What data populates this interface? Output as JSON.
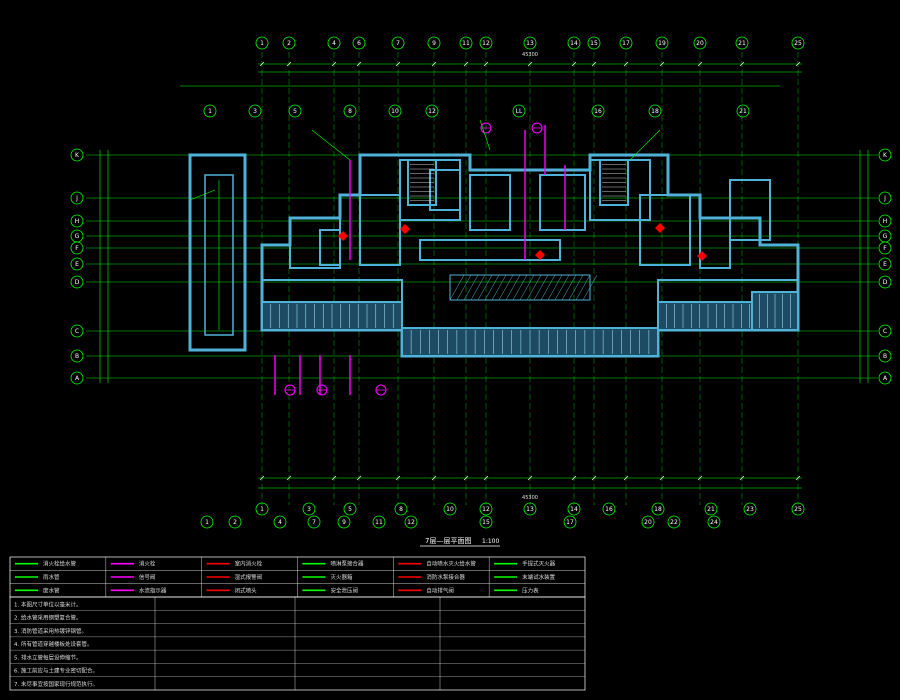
{
  "drawing": {
    "title": "7层—层平面图",
    "scale": "1:100",
    "overall_dimension": "45300",
    "colors": {
      "background": "#000000",
      "grid_line": "#00ff00",
      "axis_bubble": "#00ff00",
      "axis_text": "#ffffff",
      "wall": "#4fb3d9",
      "wall_fill": "#1d4b63",
      "pipe_magenta": "#ff00ff",
      "fire_red": "#ff0000",
      "dim_text": "#e0e0e0",
      "yellow": "#ffff00"
    }
  },
  "axes": {
    "top": [
      "1",
      "2",
      "4",
      "6",
      "7",
      "9",
      "11",
      "12",
      "13",
      "14",
      "15",
      "17",
      "19",
      "20",
      "21",
      "25"
    ],
    "top_inner": [
      "1",
      "3",
      "5",
      "8",
      "10",
      "12",
      "LL",
      "16",
      "18",
      "21"
    ],
    "bottom": [
      "1",
      "3",
      "5",
      "8",
      "10",
      "12",
      "13",
      "14",
      "16",
      "18",
      "21",
      "23",
      "25"
    ],
    "bottom_outer": [
      "1",
      "2",
      "4",
      "7",
      "9",
      "11",
      "12",
      "15",
      "17",
      "20",
      "22",
      "24"
    ],
    "left": [
      "K",
      "J",
      "H",
      "G",
      "F",
      "E",
      "D",
      "C",
      "B",
      "A"
    ],
    "right": [
      "K",
      "J",
      "H",
      "G",
      "F",
      "E",
      "D",
      "C",
      "B",
      "A"
    ]
  },
  "legend": {
    "rows": [
      [
        "消火栓给水管",
        "消火栓",
        "室内消火栓",
        "喷淋泵接合器",
        "自动喷水灭火给水管",
        "手提式灭火器"
      ],
      [
        "雨水管",
        "信号阀",
        "湿式报警阀",
        "灭火器箱",
        "消防水泵接合器",
        "末端试水装置"
      ],
      [
        "废水管",
        "水流指示器",
        "闭式喷头",
        "安全泄压阀",
        "自动排气阀",
        "压力表"
      ]
    ]
  },
  "notes": {
    "lines": [
      "1. 本图尺寸单位以毫米计。",
      "2. 给水管采用钢塑复合管。",
      "3. 消防管道采用热镀锌钢管。",
      "4. 所有管道穿越楼板处设套管。",
      "5. 排水立管每层设伸缩节。",
      "6. 施工前应与土建专业密切配合。",
      "7. 未尽事宜按国家现行规范执行。"
    ]
  }
}
